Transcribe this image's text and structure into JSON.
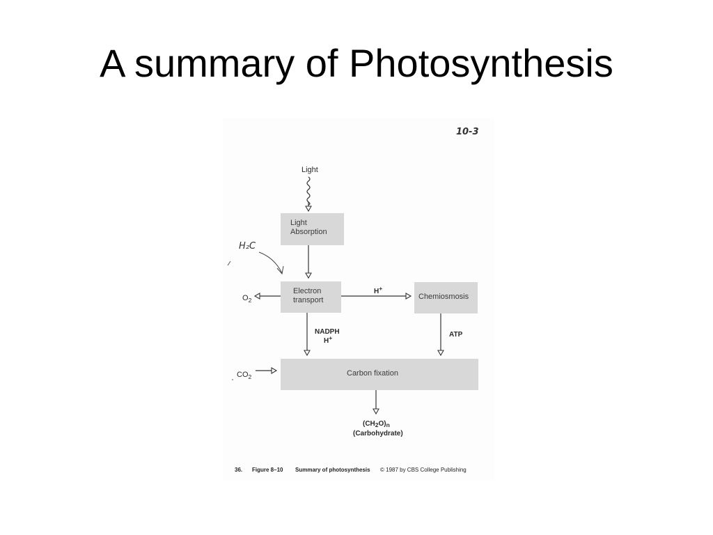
{
  "slide": {
    "title": "A summary of Photosynthesis"
  },
  "diagram": {
    "page_note": "10-3",
    "handwritten_note": "H₂C",
    "input_light": "Light",
    "boxes": {
      "light_absorption_line1": "Light",
      "light_absorption_line2": "Absorption",
      "electron_transport_line1": "Electron",
      "electron_transport_line2": "transport",
      "chemiosmosis": "Chemiosmosis",
      "carbon_fixation": "Carbon fixation"
    },
    "labels": {
      "o2": "O",
      "o2_sub": "2",
      "h_plus": "H",
      "h_plus_sup": "+",
      "nadph": "NADPH",
      "nadph_h": "H",
      "nadph_h_sup": "+",
      "atp": "ATP",
      "co2": "CO",
      "co2_sub": "2",
      "product_line1_a": "(CH",
      "product_line1_sub2": "2",
      "product_line1_b": "O)",
      "product_line1_subn": "n",
      "product_line2": "(Carbohydrate)"
    },
    "caption": {
      "number": "36.",
      "figure": "Figure 8–10",
      "title": "Summary of photosynthesis",
      "copyright": "© 1987 by CBS College Publishing"
    },
    "colors": {
      "box_fill": "#d8d8d8",
      "arrow": "#333333"
    }
  }
}
